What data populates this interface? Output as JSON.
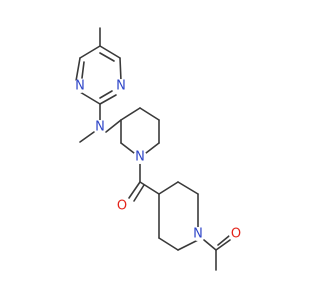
{
  "colors": {
    "bond": "#3a3a3a",
    "nitrogen": "#2f46c8",
    "oxygen": "#e3241b",
    "background": "#ffffff"
  },
  "atoms": {
    "pyrimidine_n1": {
      "label": "N",
      "element": "nitrogen"
    },
    "pyrimidine_n3": {
      "label": "N",
      "element": "nitrogen"
    },
    "amine_n": {
      "label": "N",
      "element": "nitrogen"
    },
    "piperidine_a_n": {
      "label": "N",
      "element": "nitrogen"
    },
    "carbonyl_o": {
      "label": "O",
      "element": "oxygen"
    },
    "piperidine_b_n": {
      "label": "N",
      "element": "nitrogen"
    },
    "acetyl_o": {
      "label": "O",
      "element": "oxygen"
    }
  }
}
